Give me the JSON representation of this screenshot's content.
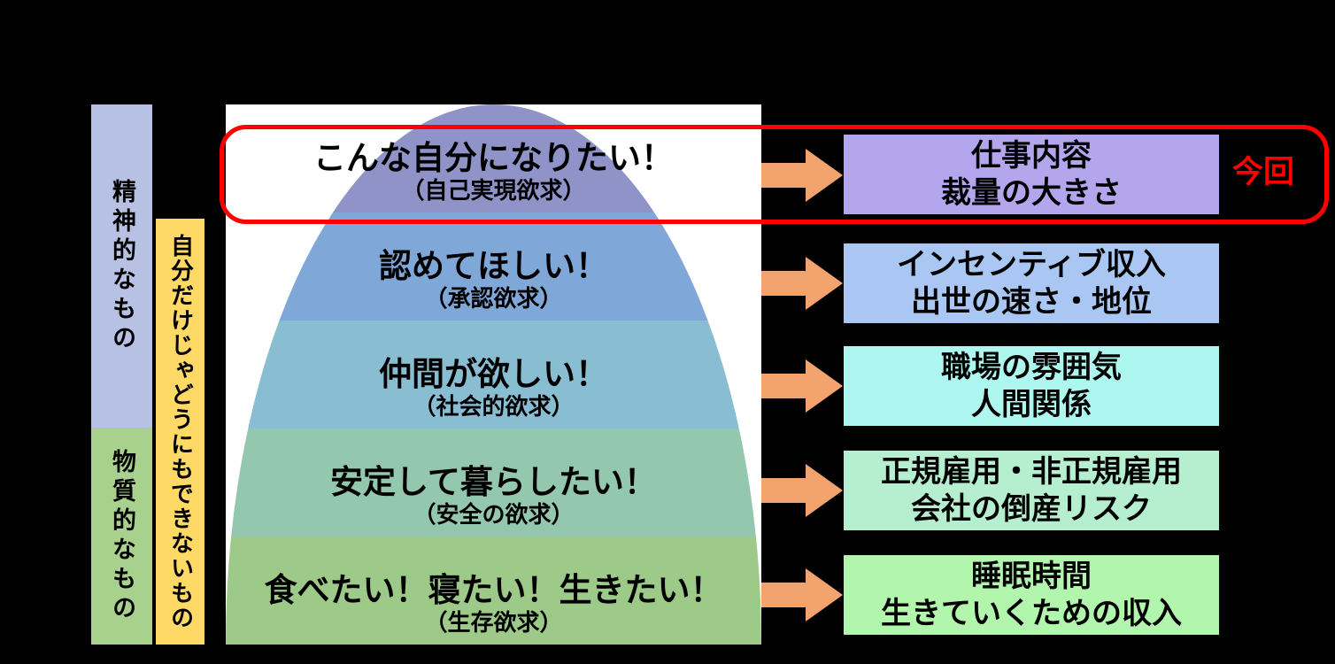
{
  "axis": {
    "mental": "精神的なもの",
    "material": "物質的なもの",
    "uncontrollable": "自分だけじゃどうにもできないもの"
  },
  "pyramid": {
    "background": "#ffffff",
    "levels": [
      {
        "headline": "こんな自分になりたい！",
        "sub": "（自己実現欲求）",
        "color": "#8f93c8"
      },
      {
        "headline": "認めてほしい！",
        "sub": "（承認欲求）",
        "color": "#7fa8d8"
      },
      {
        "headline": "仲間が欲しい！",
        "sub": "（社会的欲求）",
        "color": "#89bed2"
      },
      {
        "headline": "安定して暮らしたい！",
        "sub": "（安全の欲求）",
        "color": "#93c7ae"
      },
      {
        "headline": "食べたい！寝たい！生きたい！",
        "sub": "（生存欲求）",
        "color": "#9dca88"
      }
    ]
  },
  "mapping_boxes": [
    {
      "line1": "仕事内容",
      "line2": "裁量の大きさ",
      "color": "#b3a6ed"
    },
    {
      "line1": "インセンティブ収入",
      "line2": "出世の速さ・地位",
      "color": "#a9c7f2"
    },
    {
      "line1": "職場の雰囲気",
      "line2": "人間関係",
      "color": "#adf7f0"
    },
    {
      "line1": "正規雇用・非正規雇用",
      "line2": "会社の倒産リスク",
      "color": "#b5efcf"
    },
    {
      "line1": "睡眠時間",
      "line2": "生きていくための収入",
      "color": "#b2f6ae"
    }
  ],
  "highlight": {
    "label": "今回",
    "color": "#ff0000"
  },
  "colors": {
    "background": "#000000",
    "mental_bar": "#b7c1e3",
    "material_bar": "#a9d18e",
    "uncontrollable_bar": "#ffd966",
    "arrow": "#f2a36e",
    "text": "#000000"
  }
}
